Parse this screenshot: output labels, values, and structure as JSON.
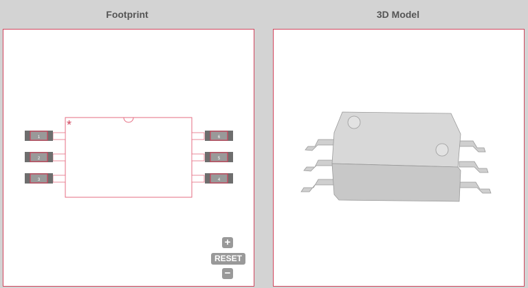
{
  "footprint": {
    "title": "Footprint",
    "pins_left": [
      "1",
      "2",
      "3"
    ],
    "pins_right": [
      "6",
      "5",
      "4"
    ],
    "controls": {
      "zoom_in": "+",
      "reset": "RESET",
      "zoom_out": "−"
    }
  },
  "model3d": {
    "title": "3D Model"
  },
  "colors": {
    "accent": "#d0435b",
    "pad": "#6e6e6e",
    "background": "#d3d3d3"
  }
}
